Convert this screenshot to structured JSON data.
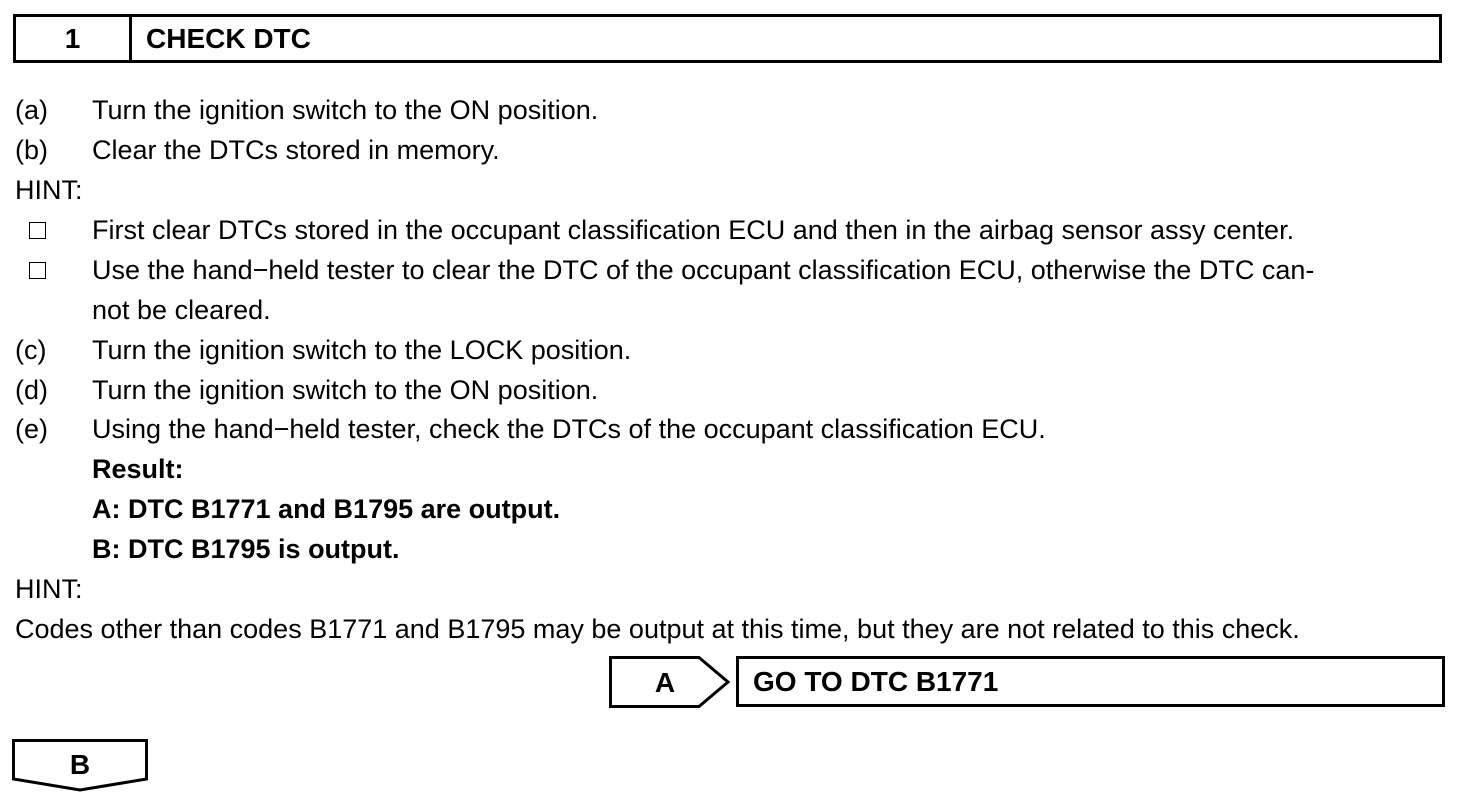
{
  "header": {
    "step_number": "1",
    "title": "CHECK DTC"
  },
  "steps": [
    {
      "label": "(a)",
      "text": "Turn the ignition switch to the ON position."
    },
    {
      "label": "(b)",
      "text": "Clear the DTCs stored in memory."
    }
  ],
  "hint1": {
    "label": "HINT:",
    "items": [
      "First clear DTCs stored in the occupant classification ECU and then in the airbag sensor assy center.",
      "Use the hand−held tester to clear the DTC of the occupant classification ECU, otherwise the DTC can-"
    ],
    "continuation": "not be cleared."
  },
  "steps2": [
    {
      "label": "(c)",
      "text": "Turn the ignition switch to the LOCK position."
    },
    {
      "label": "(d)",
      "text": "Turn the ignition switch to the ON position."
    },
    {
      "label": "(e)",
      "text": "Using the hand−held tester, check the DTCs of the occupant classification ECU."
    }
  ],
  "result": {
    "heading": "Result:",
    "a": "A: DTC B1771 and B1795 are output.",
    "b": "B: DTC B1795 is output."
  },
  "hint2": {
    "label": "HINT:",
    "text": "Codes other than codes B1771 and B1795 may be output at this time, but they are not related to this check."
  },
  "branches": {
    "a_label": "A",
    "a_target": "GO TO DTC B1771",
    "b_label": "B"
  }
}
